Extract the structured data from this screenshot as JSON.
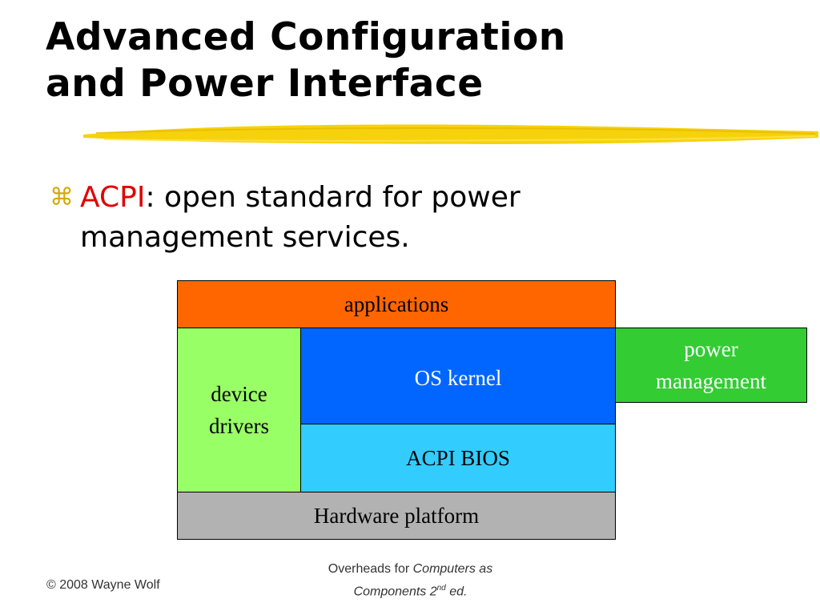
{
  "title": {
    "line1": "Advanced Configuration",
    "line2": "and Power Interface"
  },
  "bullet": {
    "mark_icon": "command-key-bullet-icon",
    "mark": "⌘",
    "term": "ACPI",
    "text_line1": ": open standard for power",
    "text_line2": "management services.",
    "term_color": "#e00000"
  },
  "diagram": {
    "applications": "applications",
    "os_kernel": "OS kernel",
    "device_drivers_line1": "device",
    "device_drivers_line2": "drivers",
    "acpi_bios": "ACPI BIOS",
    "hardware_platform": "Hardware platform",
    "power_management_line1": "power",
    "power_management_line2": "management",
    "colors": {
      "applications": "#ff6600",
      "os_kernel": "#0066ff",
      "device_drivers": "#99ff66",
      "acpi_bios": "#33ccff",
      "hardware_platform": "#b2b2b2",
      "power_management": "#33cc33"
    }
  },
  "footer": {
    "copyright": "© 2008 Wayne Wolf",
    "overheads_prefix": "Overheads for ",
    "book_title_part1": "Computers as",
    "book_title_part2": "Components 2",
    "edition_sup": "nd",
    "edition_suffix": " ed."
  },
  "accent": {
    "underline_color": "#f5d000"
  }
}
